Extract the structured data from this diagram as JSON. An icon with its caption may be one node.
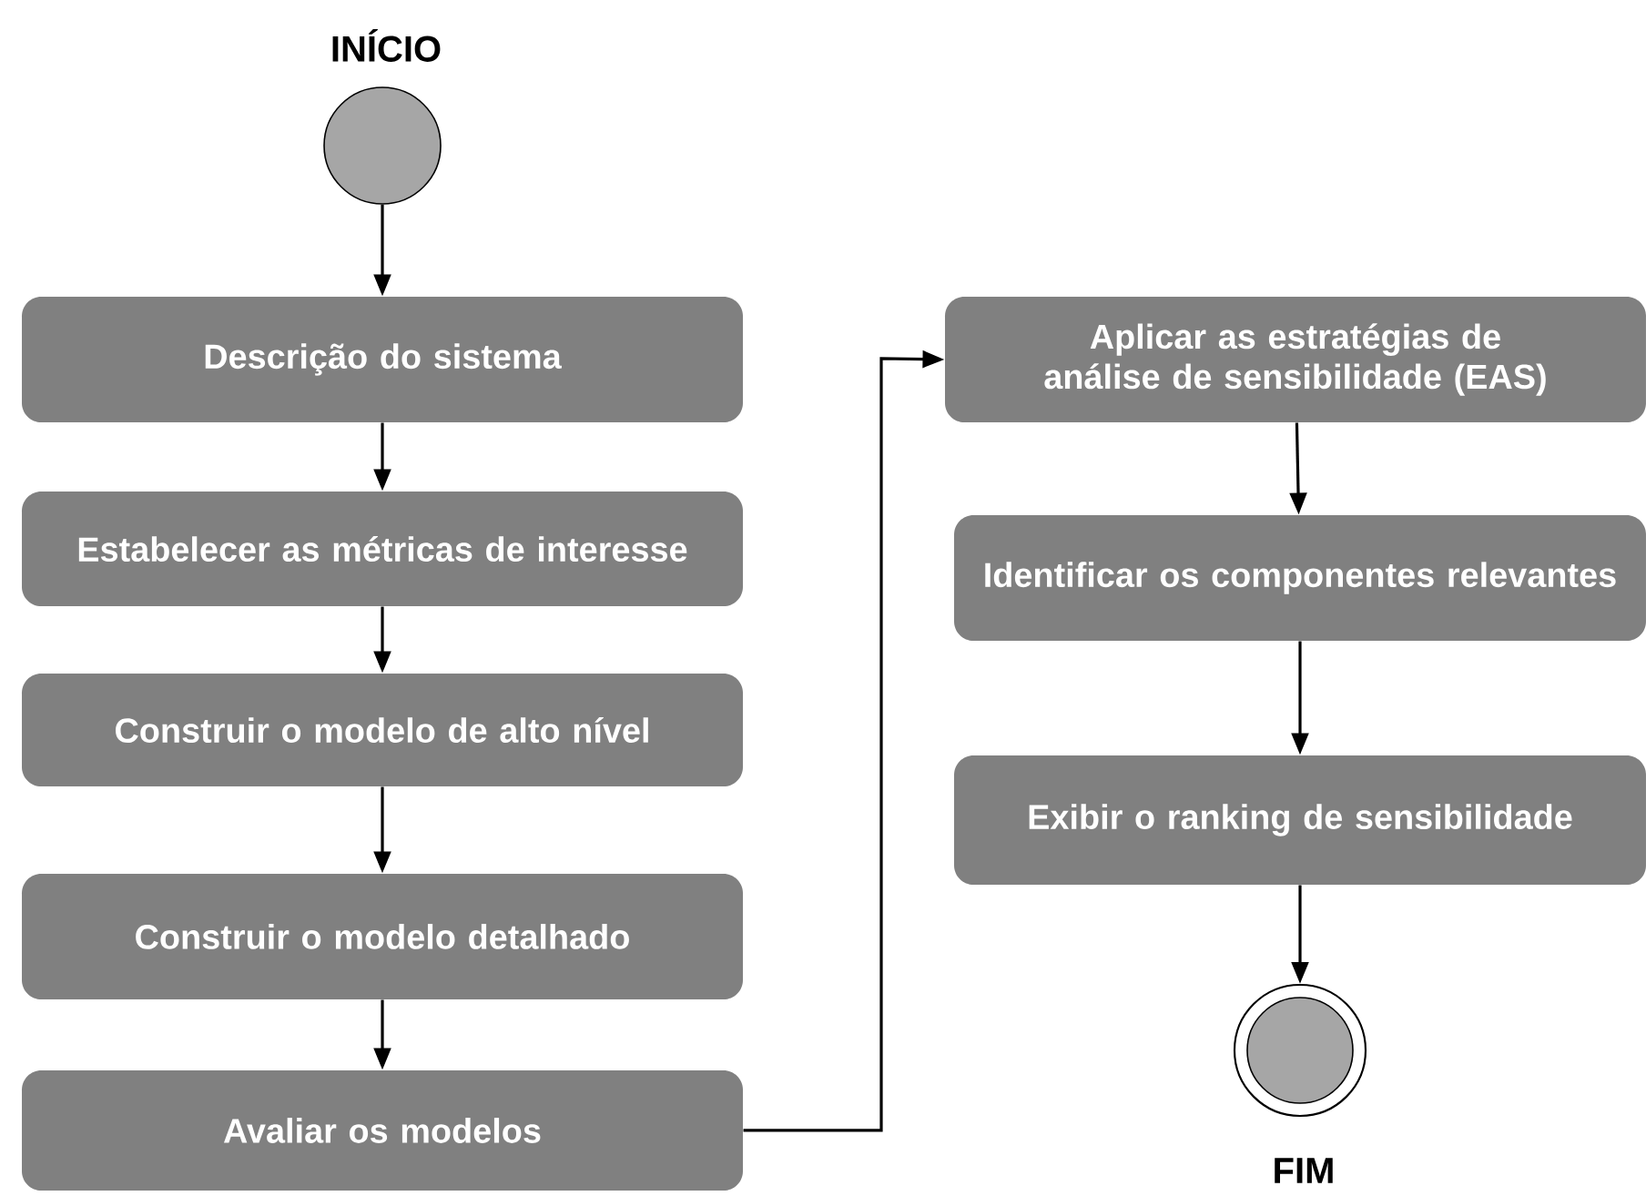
{
  "diagram": {
    "nodes": [
      {
        "text": [],
        "shape": "circle",
        "beside": [
          "INÍCIO"
        ]
      },
      {
        "text": [
          "Descrição do sistema"
        ]
      },
      {
        "text": [
          "Estabelecer as métricas de interesse"
        ]
      },
      {
        "text": [
          "Construir o modelo de alto nível"
        ]
      },
      {
        "text": [
          "Construir o modelo detalhado"
        ]
      },
      {
        "text": [
          "Avaliar os modelos"
        ]
      },
      {
        "text": [
          "Aplicar as estratégias de análise de sensibilidade (EAS)"
        ]
      },
      {
        "text": [
          "Identificar os componentes relevantes"
        ]
      },
      {
        "text": [
          "Exibir o ranking de sensibilidade"
        ]
      },
      {
        "text": [],
        "shape": "circle",
        "beside": [
          "FIM"
        ]
      }
    ],
    "edges": [
      {
        "from": 0,
        "to": 1,
        "arrow": "to"
      },
      {
        "from": 1,
        "to": 2,
        "arrow": "to"
      },
      {
        "from": 2,
        "to": 3,
        "arrow": "to"
      },
      {
        "from": 3,
        "to": 4,
        "arrow": "to"
      },
      {
        "from": 4,
        "to": 5,
        "arrow": "to"
      },
      {
        "from": 5,
        "to": 6,
        "arrow": "to"
      },
      {
        "from": 6,
        "to": 7,
        "arrow": "to"
      },
      {
        "from": 7,
        "to": 8,
        "arrow": "to"
      },
      {
        "from": 8,
        "to": 9,
        "arrow": "to"
      }
    ]
  }
}
